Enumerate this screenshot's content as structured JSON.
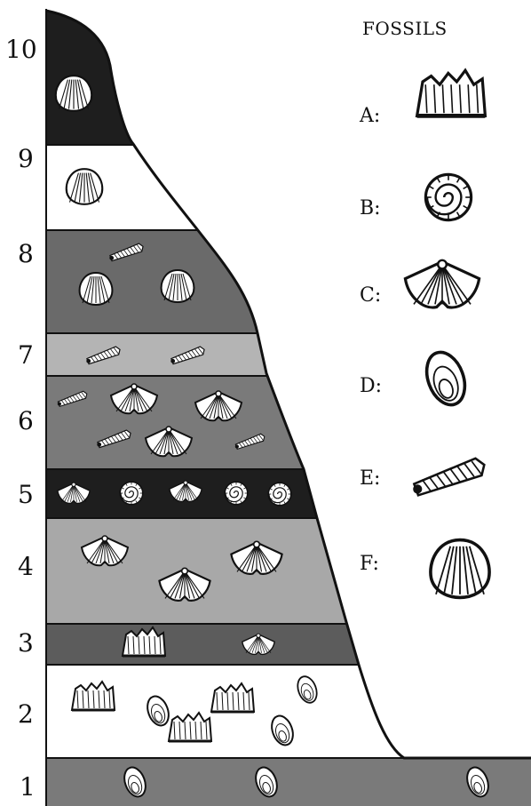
{
  "legend": {
    "title": "FOSSILS",
    "items": [
      {
        "key": "A",
        "label": "A:",
        "fossil": "crinoid-stem-fragment"
      },
      {
        "key": "B",
        "label": "B:",
        "fossil": "ammonite"
      },
      {
        "key": "C",
        "label": "C:",
        "fossil": "fan-brachiopod"
      },
      {
        "key": "D",
        "label": "D:",
        "fossil": "mussel"
      },
      {
        "key": "E",
        "label": "E:",
        "fossil": "gastropod-cone"
      },
      {
        "key": "F",
        "label": "F:",
        "fossil": "ribbed-clam"
      }
    ]
  },
  "layers": [
    {
      "number": "1",
      "color": "#7a7a7a",
      "fossils": [
        "D",
        "D",
        "D"
      ]
    },
    {
      "number": "2",
      "color": "#ffffff",
      "fossils": [
        "A",
        "D",
        "A",
        "A",
        "D",
        "D"
      ]
    },
    {
      "number": "3",
      "color": "#5c5c5c",
      "fossils": [
        "A",
        "C"
      ]
    },
    {
      "number": "4",
      "color": "#a8a8a8",
      "fossils": [
        "C",
        "C",
        "C"
      ]
    },
    {
      "number": "5",
      "color": "#1e1e1e",
      "fossils": [
        "C",
        "B",
        "C",
        "B",
        "B"
      ]
    },
    {
      "number": "6",
      "color": "#7a7a7a",
      "fossils": [
        "E",
        "C",
        "C",
        "E",
        "C",
        "E"
      ]
    },
    {
      "number": "7",
      "color": "#b4b4b4",
      "fossils": [
        "E",
        "E"
      ]
    },
    {
      "number": "8",
      "color": "#6a6a6a",
      "fossils": [
        "E",
        "F",
        "F"
      ]
    },
    {
      "number": "9",
      "color": "#ffffff",
      "fossils": [
        "F"
      ]
    },
    {
      "number": "10",
      "color": "#1e1e1e",
      "fossils": [
        "F"
      ]
    }
  ]
}
